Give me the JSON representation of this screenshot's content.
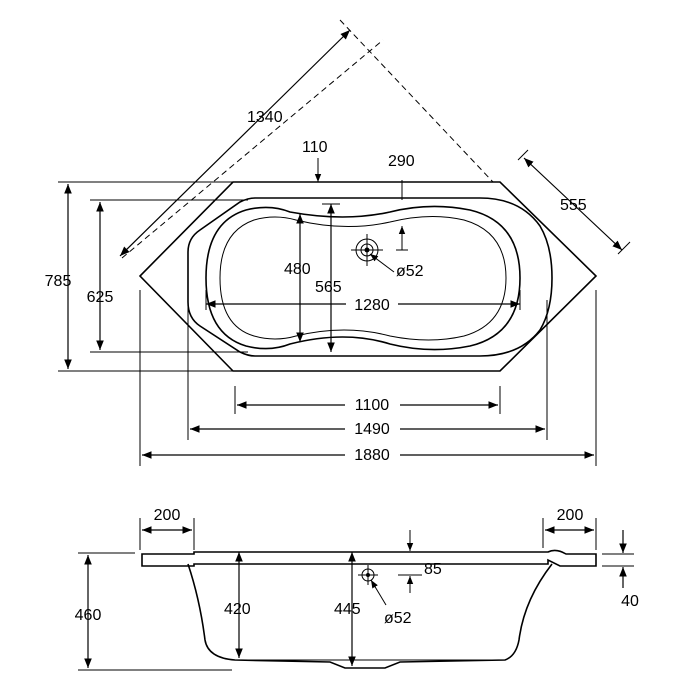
{
  "plan_view": {
    "diagonal_length": "1340",
    "tap_offset": "110",
    "drain_offset": "290",
    "side_length": "555",
    "outer_depth": "785",
    "rim_depth": "625",
    "inner_width_480": "480",
    "inner_width_565": "565",
    "drain_diameter": "ø52",
    "inner_length": "1280",
    "bottom_length": "1100",
    "rim_length": "1490",
    "overall_length": "1880"
  },
  "section_view": {
    "left_rim": "200",
    "right_rim": "200",
    "overall_height": "460",
    "inner_depth": "420",
    "drain_depth": "445",
    "overflow_offset": "85",
    "overflow_diameter": "ø52",
    "rim_thickness": "40"
  },
  "colors": {
    "line": "#000000",
    "background": "#ffffff"
  }
}
